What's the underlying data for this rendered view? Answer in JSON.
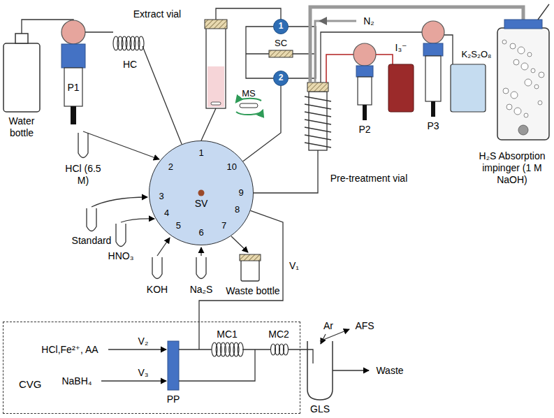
{
  "diagram": {
    "nodes": [
      {
        "text": [
          "1"
        ]
      },
      {
        "text": [
          "2"
        ]
      },
      {
        "text": [
          "SV"
        ]
      },
      {
        "text": [
          "CVG"
        ]
      }
    ],
    "edges": [
      {
        "from": 0,
        "to": 1,
        "arrow": "none"
      },
      {
        "from": 1,
        "to": 2,
        "arrow": "none"
      },
      {
        "from": 2,
        "to": 3,
        "label": "V₁",
        "arrow": "none"
      }
    ],
    "labels": [
      "Extract vial",
      "HC",
      "Water bottle",
      "P1",
      "SC",
      "MS",
      "N₂",
      "P2",
      "I₃⁻",
      "P3",
      "K₂S₂O₈",
      "H₂S Absorption impinger (1 M NaOH)",
      "Pre-treatment vial",
      "HCl (6.5 M)",
      "Standard",
      "HNO₃",
      "KOH",
      "Na₂S",
      "Waste bottle",
      "1",
      "2",
      "3",
      "4",
      "5",
      "6",
      "7",
      "8",
      "9",
      "10",
      "HCl,Fe²⁺, AA",
      "V₂",
      "NaBH₄",
      "V₃",
      "PP",
      "MC1",
      "MC2",
      "Ar",
      "AFS",
      "Waste",
      "GLS"
    ]
  }
}
